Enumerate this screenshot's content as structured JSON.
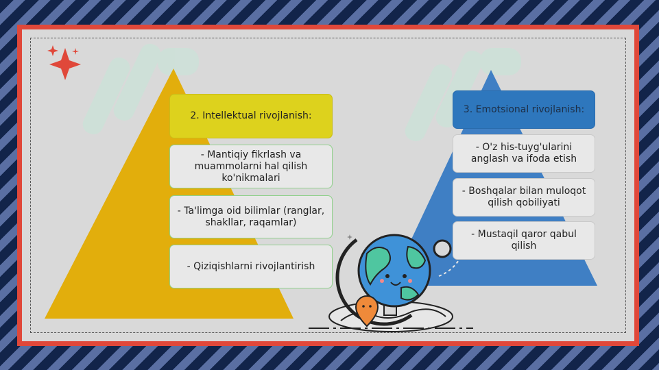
{
  "colors": {
    "frame_border": "#e0483a",
    "panel_bg": "#d9d9d9",
    "left_triangle": "#e2ae0c",
    "right_triangle": "#3f7fc4",
    "left_heading_bg": "#ddd21d",
    "right_heading_bg": "#2e77bd",
    "stripe_dark": "#12244a",
    "stripe_light": "#5a6fa3"
  },
  "left": {
    "heading": "2. Intellektual rivojlanish:",
    "items": [
      "- Mantiqiy fikrlash va muammolarni hal qilish ko'nikmalari",
      "- Ta'limga oid bilimlar (ranglar, shakllar, raqamlar)",
      "- Qiziqishlarni rivojlantirish"
    ]
  },
  "right": {
    "heading": "3. Emotsional rivojlanish:",
    "items": [
      "- O'z his-tuyg'ularini anglash va ifoda etish",
      "- Boshqalar bilan muloqot qilish qobiliyati",
      "- Mustaqil qaror qabul qilish"
    ]
  },
  "illustration": {
    "name": "smiling-globe-icon"
  }
}
